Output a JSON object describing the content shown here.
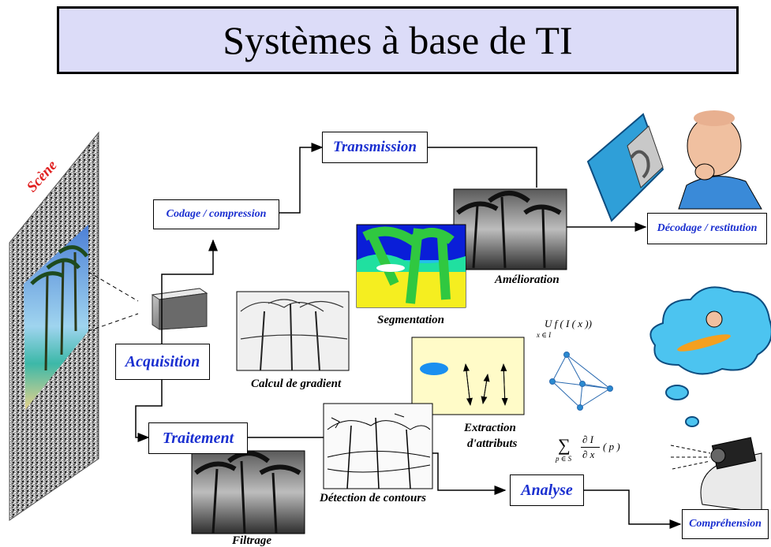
{
  "title": "Systèmes à base de TI",
  "scene_label": "Scène",
  "boxes": {
    "acquisition": "Acquisition",
    "codage": "Codage / compression",
    "transmission": "Transmission",
    "decodage": "Décodage / restitution",
    "traitement": "Traitement",
    "analyse": "Analyse",
    "comprehension": "Compréhension"
  },
  "captions": {
    "amelioration": "Amélioration",
    "segmentation": "Segmentation",
    "gradient": "Calcul de gradient",
    "contours": "Détection de contours",
    "filtrage": "Filtrage",
    "extraction_line1": "Extraction",
    "extraction_line2": "d'attributs"
  },
  "formulas": {
    "union": "U f ( I ( x ))",
    "union_sub": "x ∈ I",
    "sum_sub": "p ∈ S",
    "partial": "∂ I",
    "partial_den": "∂ x",
    "partial_arg": "( p )"
  },
  "colors": {
    "box_text": "#1a2fd0",
    "title_bg": "#dcdcf8",
    "scene_label": "#e02020",
    "attributes_bg": "#fffbc8"
  }
}
